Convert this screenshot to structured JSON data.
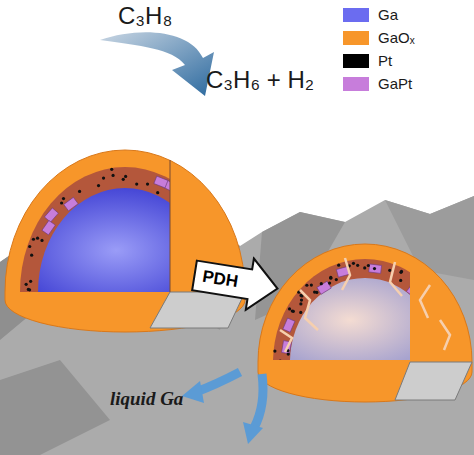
{
  "diagram": {
    "nodes": [
      {
        "text": [
          "PDH"
        ]
      }
    ],
    "labels": [
      "C₃H₈",
      "C₃H₆ + H₂",
      "liquid Ga"
    ],
    "legend": [
      {
        "text": "Ga",
        "color": "#6b6cf0"
      },
      {
        "text": "GaOₓ",
        "color": "#f7962a"
      },
      {
        "text": "Pt",
        "color": "#000000"
      },
      {
        "text": "GaPt",
        "color": "#c77ddb"
      }
    ]
  }
}
